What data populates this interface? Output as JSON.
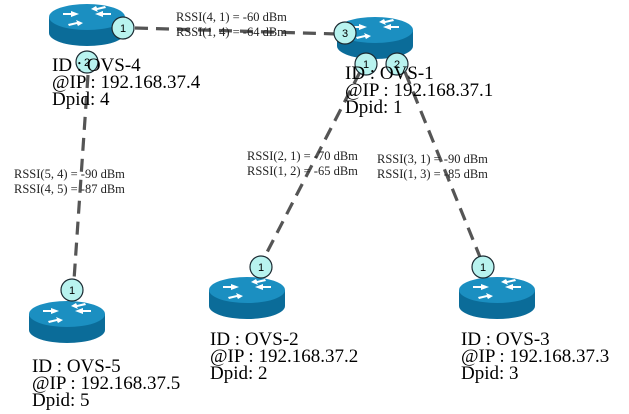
{
  "nodes": {
    "ovs4": {
      "id": "ID : OVS-4",
      "ip": "@IP : 192.168.37.4",
      "dpid": "Dpid: 4"
    },
    "ovs1": {
      "id": "ID : OVS-1",
      "ip": "@IP : 192.168.37.1",
      "dpid": "Dpid: 1"
    },
    "ovs5": {
      "id": "ID : OVS-5",
      "ip": "@IP : 192.168.37.5",
      "dpid": "Dpid: 5"
    },
    "ovs2": {
      "id": "ID : OVS-2",
      "ip": "@IP : 192.168.37.2",
      "dpid": "Dpid: 2"
    },
    "ovs3": {
      "id": "ID : OVS-3",
      "ip": "@IP : 192.168.37.3",
      "dpid": "Dpid: 3"
    }
  },
  "links": {
    "l41": {
      "a": "RSSI(4, 1) = -60 dBm",
      "b": "RSSI(1, 4) = -64 dBm"
    },
    "l54": {
      "a": "RSSI(5, 4) = -90 dBm",
      "b": "RSSI(4, 5) = -87 dBm"
    },
    "l21": {
      "a": "RSSI(2, 1) = -70 dBm",
      "b": "RSSI(1, 2) = -65 dBm"
    },
    "l31": {
      "a": "RSSI(3, 1) = -90 dBm",
      "b": "RSSI(1, 3) = -85 dBm"
    }
  },
  "ports": {
    "ovs4_p1": "1",
    "ovs4_p2": "2",
    "ovs1_p3": "3",
    "ovs1_p1": "1",
    "ovs1_p2": "2",
    "ovs5_p1": "1",
    "ovs2_p1": "1",
    "ovs3_p1": "1"
  },
  "colors": {
    "router_top": "#1b8fc1",
    "router_side": "#0b6c99",
    "port_fill": "#b8f3ef",
    "link": "#555555"
  }
}
